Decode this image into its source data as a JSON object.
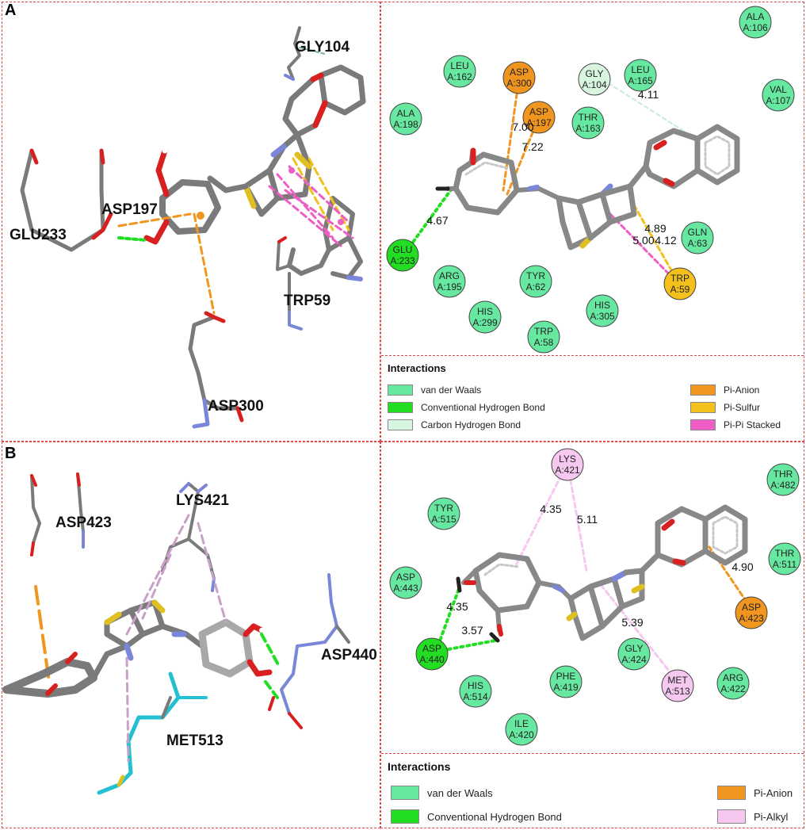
{
  "panels": {
    "a": {
      "letter": "A",
      "residues_3d": [
        "GLY104",
        "ASP197",
        "GLU233",
        "TRP59",
        "ASP300"
      ]
    },
    "b": {
      "letter": "B",
      "residues_3d": [
        "ASP423",
        "LYS421",
        "ASP440",
        "MET513"
      ]
    }
  },
  "diagram_a": {
    "residues": [
      {
        "name": "ALA",
        "id": "A:106",
        "type": "vdw"
      },
      {
        "name": "LEU",
        "id": "A:162",
        "type": "vdw"
      },
      {
        "name": "ASP",
        "id": "A:300",
        "type": "pi-anion"
      },
      {
        "name": "GLY",
        "id": "A:104",
        "type": "carbon-hbond"
      },
      {
        "name": "LEU",
        "id": "A:165",
        "type": "vdw"
      },
      {
        "name": "VAL",
        "id": "A:107",
        "type": "vdw"
      },
      {
        "name": "ASP",
        "id": "A:197",
        "type": "pi-anion"
      },
      {
        "name": "ALA",
        "id": "A:198",
        "type": "vdw"
      },
      {
        "name": "THR",
        "id": "A:163",
        "type": "vdw"
      },
      {
        "name": "GLU",
        "id": "A:233",
        "type": "hbond"
      },
      {
        "name": "GLN",
        "id": "A:63",
        "type": "vdw"
      },
      {
        "name": "ARG",
        "id": "A:195",
        "type": "vdw"
      },
      {
        "name": "TYR",
        "id": "A:62",
        "type": "vdw"
      },
      {
        "name": "TRP",
        "id": "A:59",
        "type": "pi-sulfur"
      },
      {
        "name": "HIS",
        "id": "A:299",
        "type": "vdw"
      },
      {
        "name": "HIS",
        "id": "A:305",
        "type": "vdw"
      },
      {
        "name": "TRP",
        "id": "A:58",
        "type": "vdw"
      }
    ],
    "distances": [
      "4.11",
      "7.00",
      "7.22",
      "4.67",
      "4.89",
      "5.00",
      "4.12"
    ]
  },
  "legend_a": {
    "title": "Interactions",
    "items": [
      {
        "label": "van der Waals",
        "color": "#66e8a0"
      },
      {
        "label": "Conventional Hydrogen Bond",
        "color": "#22dd22"
      },
      {
        "label": "Carbon Hydrogen Bond",
        "color": "#d8f5e0"
      },
      {
        "label": "Pi-Anion",
        "color": "#f0951e"
      },
      {
        "label": "Pi-Sulfur",
        "color": "#f3c01c"
      },
      {
        "label": "Pi-Pi Stacked",
        "color": "#ee5ec4"
      }
    ]
  },
  "diagram_b": {
    "residues": [
      {
        "name": "LYS",
        "id": "A:421",
        "type": "pi-alkyl"
      },
      {
        "name": "THR",
        "id": "A:482",
        "type": "vdw"
      },
      {
        "name": "TYR",
        "id": "A:515",
        "type": "vdw"
      },
      {
        "name": "THR",
        "id": "A:511",
        "type": "vdw"
      },
      {
        "name": "ASP",
        "id": "A:443",
        "type": "vdw"
      },
      {
        "name": "ASP",
        "id": "A:423",
        "type": "pi-anion"
      },
      {
        "name": "ASP",
        "id": "A:440",
        "type": "hbond"
      },
      {
        "name": "GLY",
        "id": "A:424",
        "type": "vdw"
      },
      {
        "name": "HIS",
        "id": "A:514",
        "type": "vdw"
      },
      {
        "name": "PHE",
        "id": "A:419",
        "type": "vdw"
      },
      {
        "name": "MET",
        "id": "A:513",
        "type": "pi-alkyl"
      },
      {
        "name": "ARG",
        "id": "A:422",
        "type": "vdw"
      },
      {
        "name": "ILE",
        "id": "A:420",
        "type": "vdw"
      }
    ],
    "distances": [
      "4.35",
      "5.11",
      "4.35",
      "3.57",
      "5.39",
      "4.90"
    ]
  },
  "legend_b": {
    "title": "Interactions",
    "items": [
      {
        "label": "van der Waals",
        "color": "#66e8a0"
      },
      {
        "label": "Conventional Hydrogen Bond",
        "color": "#22dd22"
      },
      {
        "label": "Pi-Anion",
        "color": "#f0951e"
      },
      {
        "label": "Pi-Alkyl",
        "color": "#f6c8ef"
      }
    ]
  },
  "colors": {
    "vdw": "#66e8a0",
    "hbond": "#22dd22",
    "carbon-hbond": "#d8f5e0",
    "pi-anion": "#f0951e",
    "pi-sulfur": "#f3c01c",
    "pi-pi": "#ee5ec4",
    "pi-alkyl": "#f6c8ef",
    "stick": "#7a7a7a",
    "oxygen": "#d82020",
    "nitrogen": "#7a86d8",
    "sulfur": "#e0c020"
  }
}
